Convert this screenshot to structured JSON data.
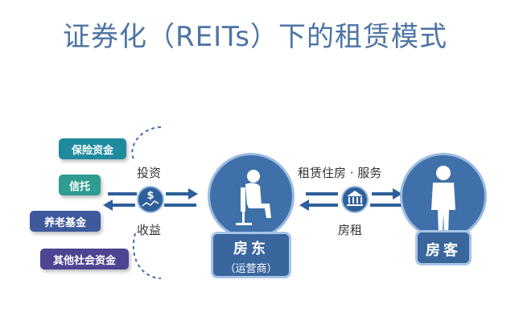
{
  "title": "证券化（REITs）下的租赁模式",
  "funding_sources": [
    {
      "label": "保险资金",
      "color": "#1f8a9e"
    },
    {
      "label": "信托",
      "color": "#2f9c92"
    },
    {
      "label": "养老基金",
      "color": "#3e5a9c"
    },
    {
      "label": "其他社会资金",
      "color": "#4e4592"
    }
  ],
  "left_flow": {
    "top_label": "投资",
    "bottom_label": "收益"
  },
  "landlord": {
    "name": "房东",
    "subtitle": "（运营商）"
  },
  "right_flow": {
    "top_label": "租赁住房 · 服务",
    "bottom_label": "房租"
  },
  "tenant": {
    "name": "房客"
  },
  "colors": {
    "accent": "#3f70aa",
    "title": "#4d74a4",
    "arrow": "#2e5f9a"
  }
}
